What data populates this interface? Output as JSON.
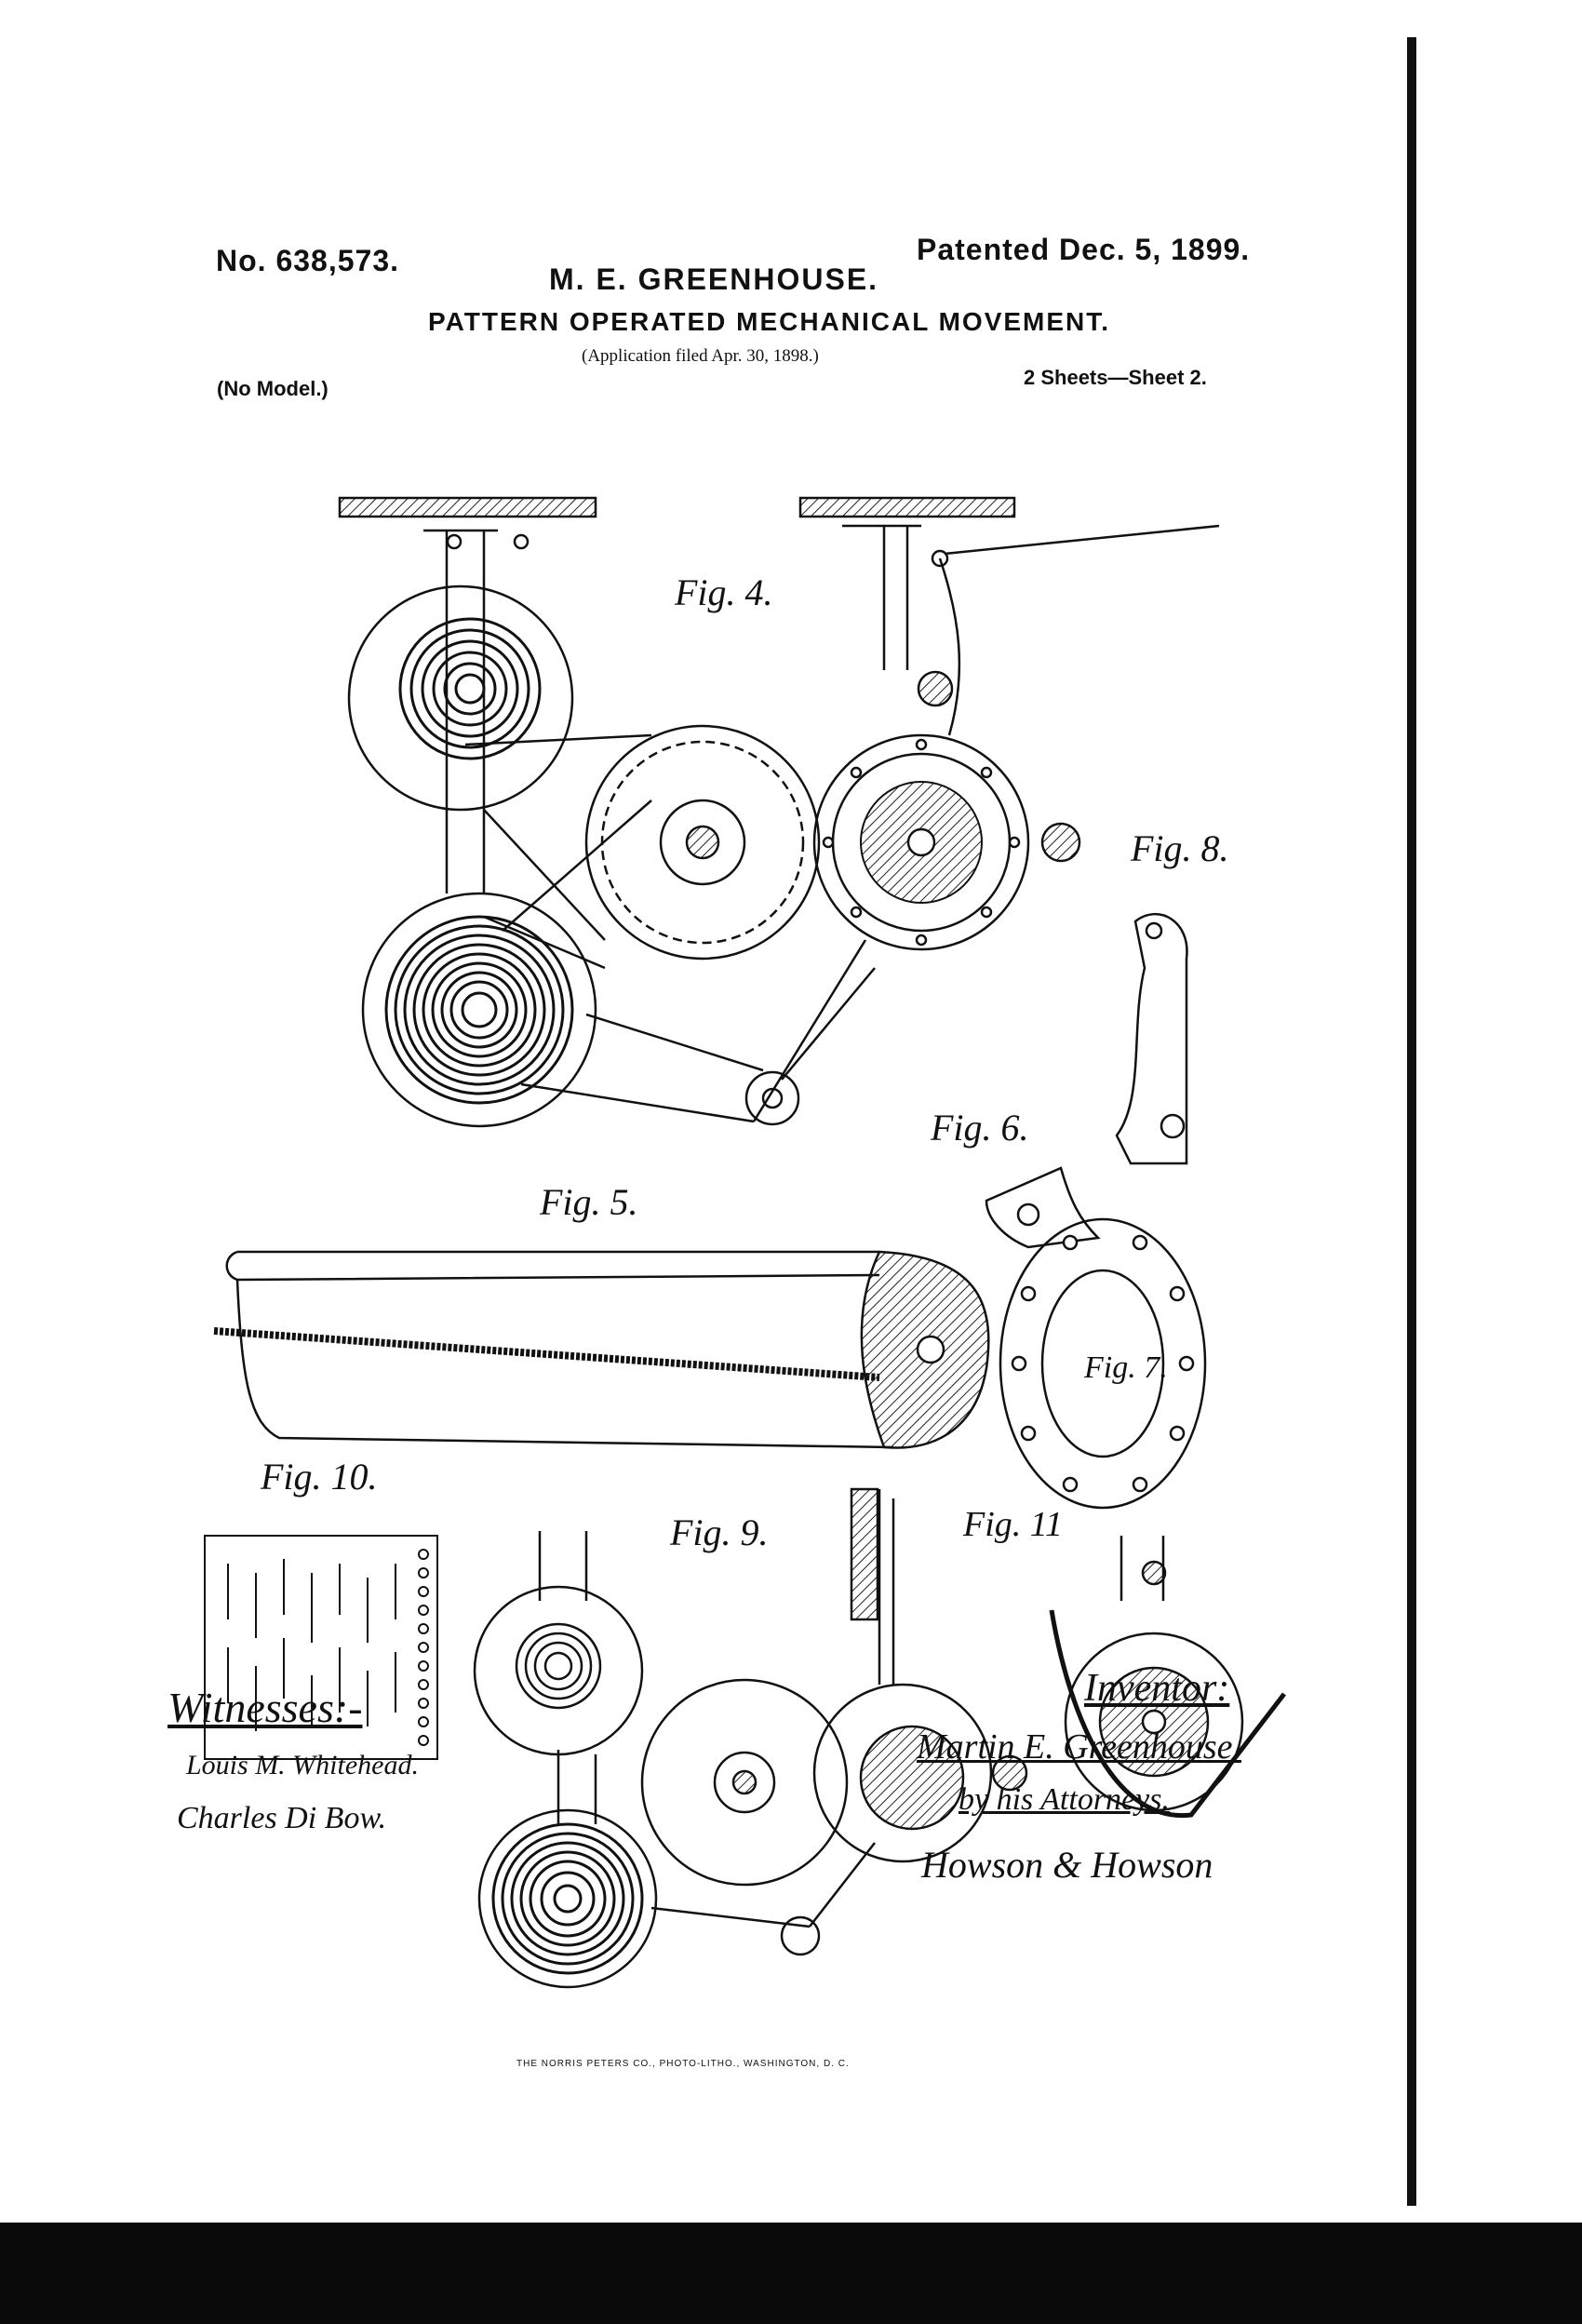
{
  "header": {
    "patent_number": "No. 638,573.",
    "patent_date": "Patented Dec. 5, 1899.",
    "inventor": "M. E. GREENHOUSE.",
    "title": "PATTERN OPERATED MECHANICAL MOVEMENT.",
    "filed": "(Application filed Apr. 30, 1898.)",
    "model": "(No Model.)",
    "sheets": "2 Sheets—Sheet 2."
  },
  "figures": {
    "fig4": "Fig. 4.",
    "fig5": "Fig. 5.",
    "fig6": "Fig. 6.",
    "fig7": "Fig. 7.",
    "fig8": "Fig. 8.",
    "fig9": "Fig. 9.",
    "fig10": "Fig. 10.",
    "fig11": "Fig. 11"
  },
  "signatures": {
    "witnesses_label": "Witnesses:-",
    "witness_1": "Louis M. Whitehead.",
    "witness_2": "Charles Di Bow.",
    "inventor_label": "Inventor:",
    "inventor_name": "Martin E. Greenhouse.",
    "attorneys_label": "by his Attorneys.",
    "attorneys": "Howson & Howson"
  },
  "footer": {
    "printer": "THE NORRIS PETERS CO., PHOTO-LITHO., WASHINGTON, D. C."
  }
}
